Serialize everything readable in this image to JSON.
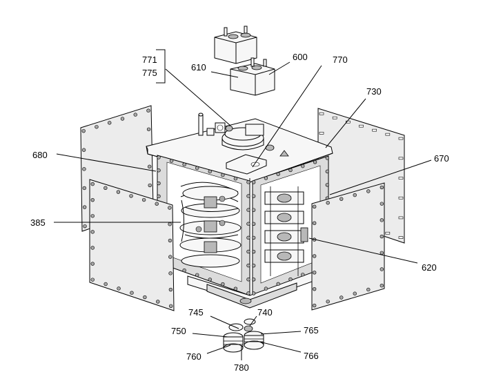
{
  "labels": {
    "l771": "771",
    "l775": "775",
    "l610": "610",
    "l600": "600",
    "l770": "770",
    "l730": "730",
    "l680": "680",
    "l670": "670",
    "l385": "385",
    "l620": "620",
    "l745": "745",
    "l740": "740",
    "l750": "750",
    "l765": "765",
    "l760": "760",
    "l766": "766",
    "l780": "780"
  }
}
